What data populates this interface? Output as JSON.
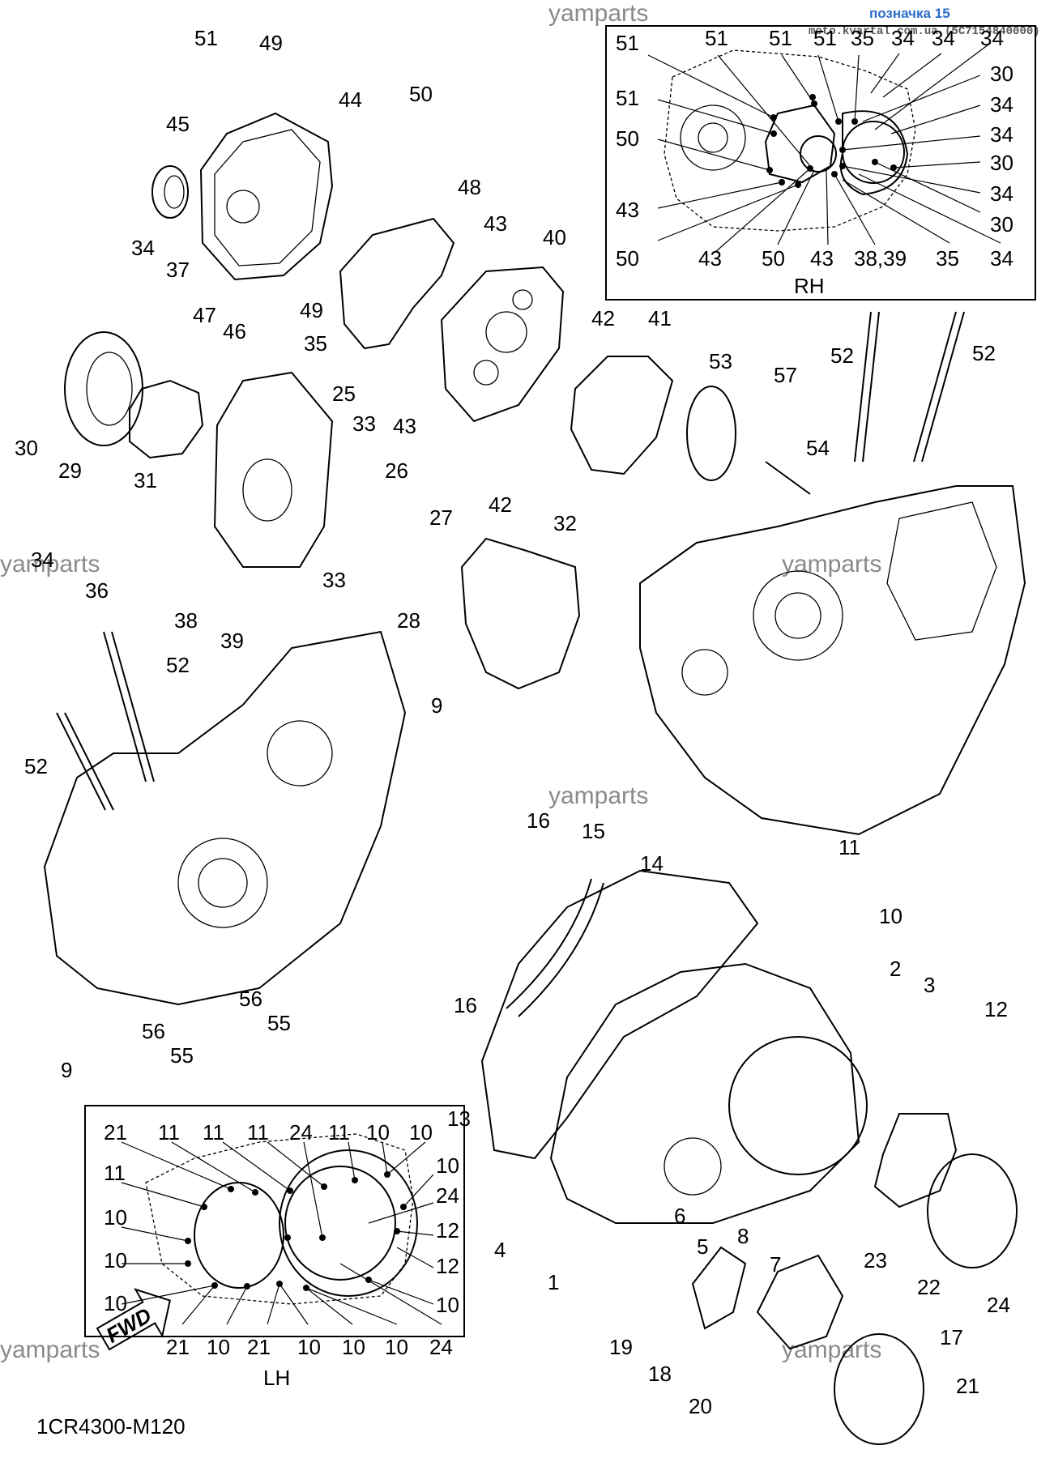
{
  "header": {
    "badge": "позначка 15",
    "source": "moto.kvartal.com.ua (5C7154840000)"
  },
  "watermark": "yamparts",
  "diagram_code": "1CR4300-M120",
  "fwd_label": "FWD",
  "inset_rh": {
    "title": "RH",
    "labels": [
      "51",
      "51",
      "51",
      "51",
      "35",
      "34",
      "34",
      "34",
      "51",
      "30",
      "34",
      "50",
      "34",
      "30",
      "43",
      "34",
      "50",
      "43",
      "50",
      "43",
      "38,39",
      "35",
      "34",
      "30"
    ]
  },
  "inset_lh": {
    "title": "LH",
    "labels": [
      "21",
      "11",
      "11",
      "11",
      "24",
      "11",
      "10",
      "10",
      "11",
      "10",
      "10",
      "24",
      "12",
      "10",
      "12",
      "10",
      "10",
      "21",
      "10",
      "21",
      "10",
      "10",
      "10",
      "24"
    ]
  },
  "parts": [
    "51",
    "49",
    "45",
    "44",
    "50",
    "48",
    "43",
    "40",
    "34",
    "37",
    "47",
    "46",
    "49",
    "35",
    "42",
    "41",
    "30",
    "29",
    "31",
    "25",
    "33",
    "26",
    "43",
    "53",
    "57",
    "52",
    "52",
    "54",
    "42",
    "27",
    "34",
    "36",
    "38",
    "39",
    "33",
    "28",
    "32",
    "52",
    "52",
    "9",
    "16",
    "15",
    "14",
    "11",
    "10",
    "2",
    "3",
    "12",
    "16",
    "13",
    "56",
    "55",
    "56",
    "55",
    "9",
    "4",
    "1",
    "6",
    "5",
    "8",
    "7",
    "23",
    "22",
    "24",
    "19",
    "18",
    "20",
    "17",
    "21"
  ]
}
